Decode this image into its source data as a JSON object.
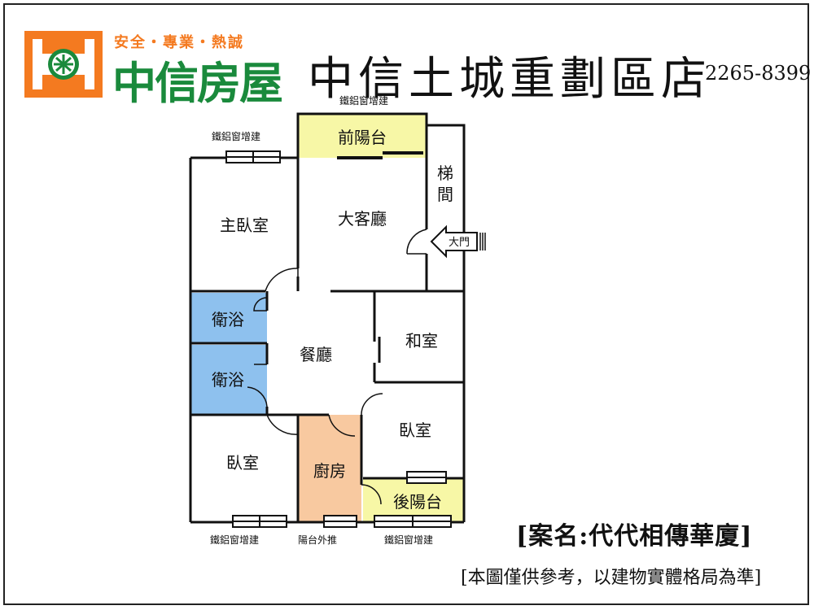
{
  "header": {
    "slogan": "安全・專業・熱誠",
    "brand_name": "中信房屋",
    "store_name": "中信土城重劃區店",
    "phone": "2265-8399"
  },
  "rooms": {
    "front_balcony": "前陽台",
    "stairwell_1": "梯",
    "stairwell_2": "間",
    "living_room": "大客廳",
    "master_bedroom": "主臥室",
    "bathroom_1": "衛浴",
    "bathroom_2": "衛浴",
    "dining_room": "餐廳",
    "japanese_room": "和室",
    "bedroom_right": "臥室",
    "bedroom_left": "臥室",
    "kitchen": "廚房",
    "rear_balcony": "後陽台"
  },
  "annotations": {
    "window_top": "鐵鋁窗增建",
    "window_left_top": "鐵鋁窗增建",
    "window_bottom_left": "鐵鋁窗增建",
    "balcony_extension": "陽台外推",
    "window_bottom_right": "鐵鋁窗增建",
    "main_door": "大門"
  },
  "footer": {
    "case_name": "[案名:代代相傳華廈]",
    "disclaimer": "[本圖僅供參考，以建物實體格局為準]"
  },
  "colors": {
    "bathroom": "#8ec1ee",
    "balcony": "#f7f7a6",
    "kitchen": "#f8c9a0",
    "brand_green": "#1a8a3c",
    "brand_orange": "#f47a20"
  }
}
